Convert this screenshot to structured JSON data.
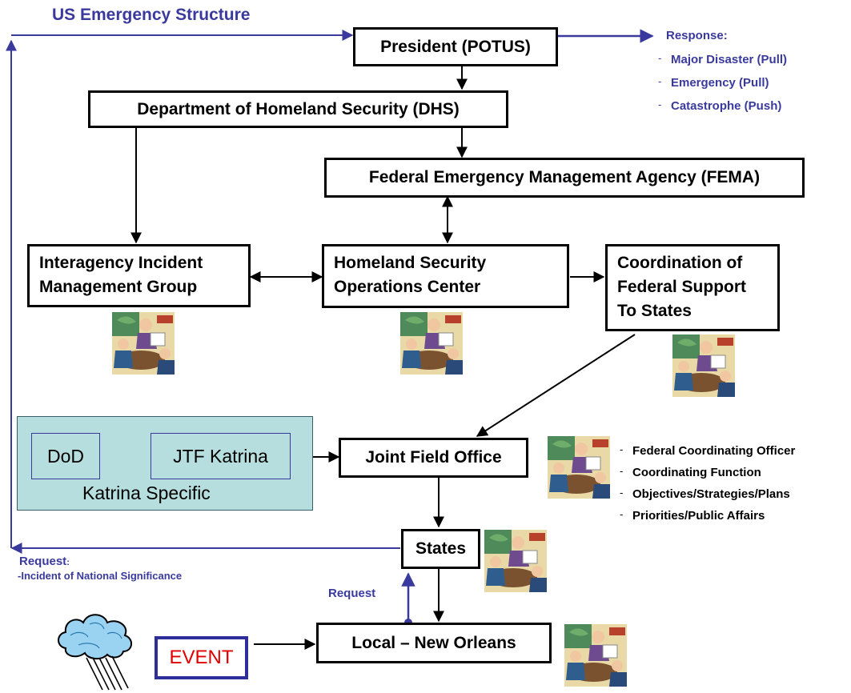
{
  "title": "US Emergency Structure",
  "nodes": {
    "president": "President (POTUS)",
    "dhs": "Department of Homeland Security (DHS)",
    "fema": "Federal Emergency Management Agency (FEMA)",
    "iimg_line1": "Interagency Incident",
    "iimg_line2": "Management Group",
    "hsoc_line1": "Homeland Security",
    "hsoc_line2": "Operations Center",
    "coord_line1": "Coordination of",
    "coord_line2": "Federal Support",
    "coord_line3": "To States",
    "jfo": "Joint Field Office",
    "states": "States",
    "local": "Local – New Orleans"
  },
  "katrina": {
    "dod": "DoD",
    "jtf": "JTF Katrina",
    "caption": "Katrina Specific"
  },
  "response": {
    "heading": "Response:",
    "items": [
      "Major Disaster (Pull)",
      "Emergency (Pull)",
      "Catastrophe (Push)"
    ]
  },
  "jfo_functions": [
    "Federal Coordinating Officer",
    "Coordinating Function",
    "Objectives/Strategies/Plans",
    "Priorities/Public Affairs"
  ],
  "request_left": {
    "heading": "Request",
    "colon": ":",
    "item": "Incident of National Significance"
  },
  "request_up": "Request",
  "event": "EVENT",
  "colors": {
    "accent": "#3a3a9e",
    "katrina_fill": "#b6dede",
    "event_text": "#e00000"
  },
  "icons": [
    "meeting-clipart-icon",
    "storm-cloud-icon"
  ]
}
